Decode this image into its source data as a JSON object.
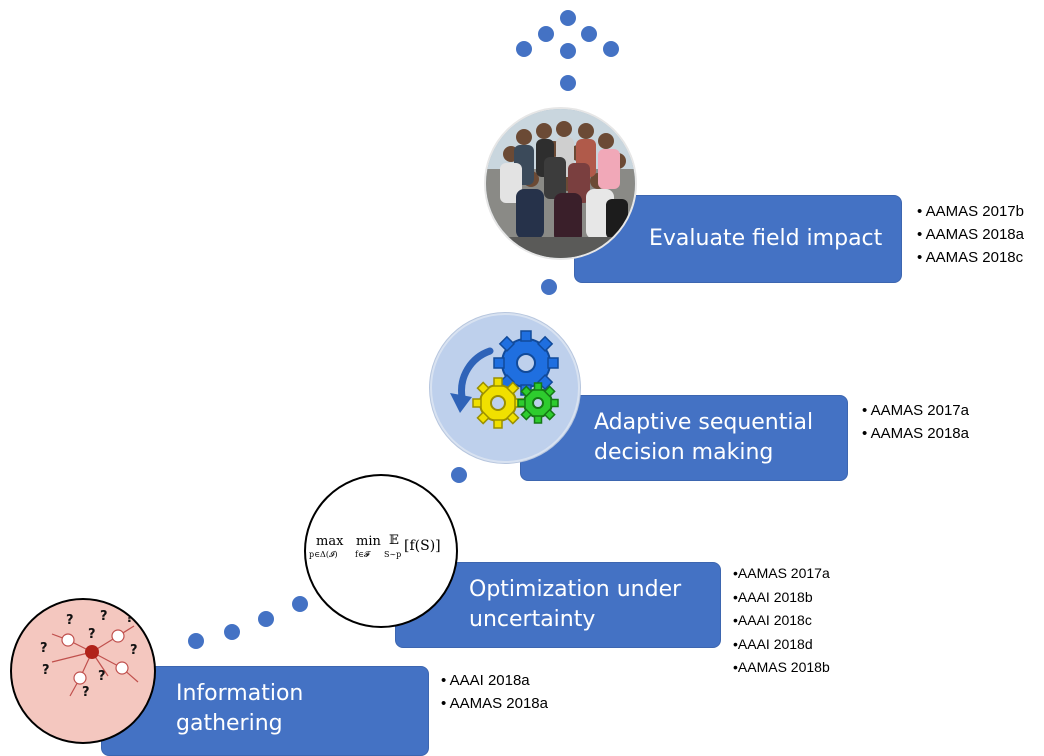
{
  "steps": [
    {
      "title": "Information gathering",
      "refs": [
        "• AAAI 2018a",
        "• AAMAS 2018a"
      ]
    },
    {
      "title": "Optimization under\nuncertainty",
      "refs": [
        "•AAMAS 2017a",
        "•AAAI 2018b",
        "•AAAI 2018c",
        "•AAAI 2018d",
        "•AAMAS 2018b"
      ]
    },
    {
      "title": "Adaptive sequential\ndecision making",
      "refs": [
        "• AAMAS 2017a",
        "• AAMAS 2018a"
      ]
    },
    {
      "title": "Evaluate field impact",
      "refs": [
        "• AAMAS 2017b",
        "• AAMAS 2018a",
        "• AAMAS 2018c"
      ]
    }
  ],
  "formula": {
    "max": "max",
    "max_sub": "p∈Δ(𝓘)",
    "min": "min",
    "min_sub": "f∈𝓕",
    "exp": "𝔼",
    "exp_sub": "S∼p",
    "body": "[f(S)]"
  },
  "network_marks": [
    "?",
    "?",
    "?",
    "?",
    "?",
    "?",
    "?",
    "?",
    "?"
  ],
  "colors": {
    "accent": "#4472c4",
    "info_circle": "#f4c7bf",
    "gear_circle": "#bed0ec",
    "gear_blue": "#1f6fe0",
    "gear_yellow": "#f0e000",
    "gear_green": "#2ecc2e",
    "node_red": "#b0231a"
  }
}
